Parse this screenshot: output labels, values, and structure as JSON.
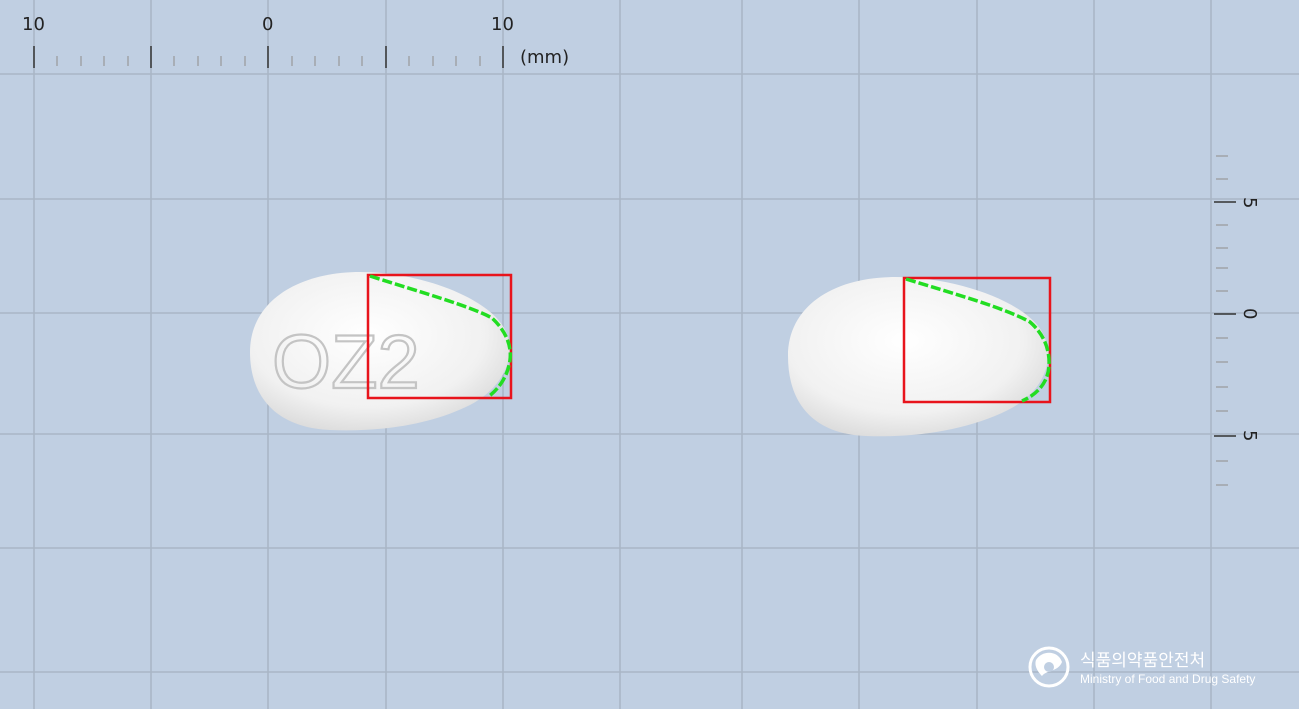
{
  "ruler_top": {
    "labels": [
      "10",
      "0",
      "10"
    ],
    "unit": "(mm)"
  },
  "ruler_right": {
    "labels": [
      "5",
      "0",
      "5"
    ]
  },
  "tablet_front": {
    "imprint": "OZ2",
    "color": "#f4f4f4"
  },
  "tablet_back": {
    "imprint": "",
    "color": "#f6f6f6"
  },
  "overlay": {
    "box_color": "#e8141c",
    "edge_color": "#22dd22"
  },
  "logo": {
    "korean": "식품의약품안전처",
    "english": "Ministry of Food and Drug Safety",
    "icon": "mfds-emblem-icon"
  }
}
